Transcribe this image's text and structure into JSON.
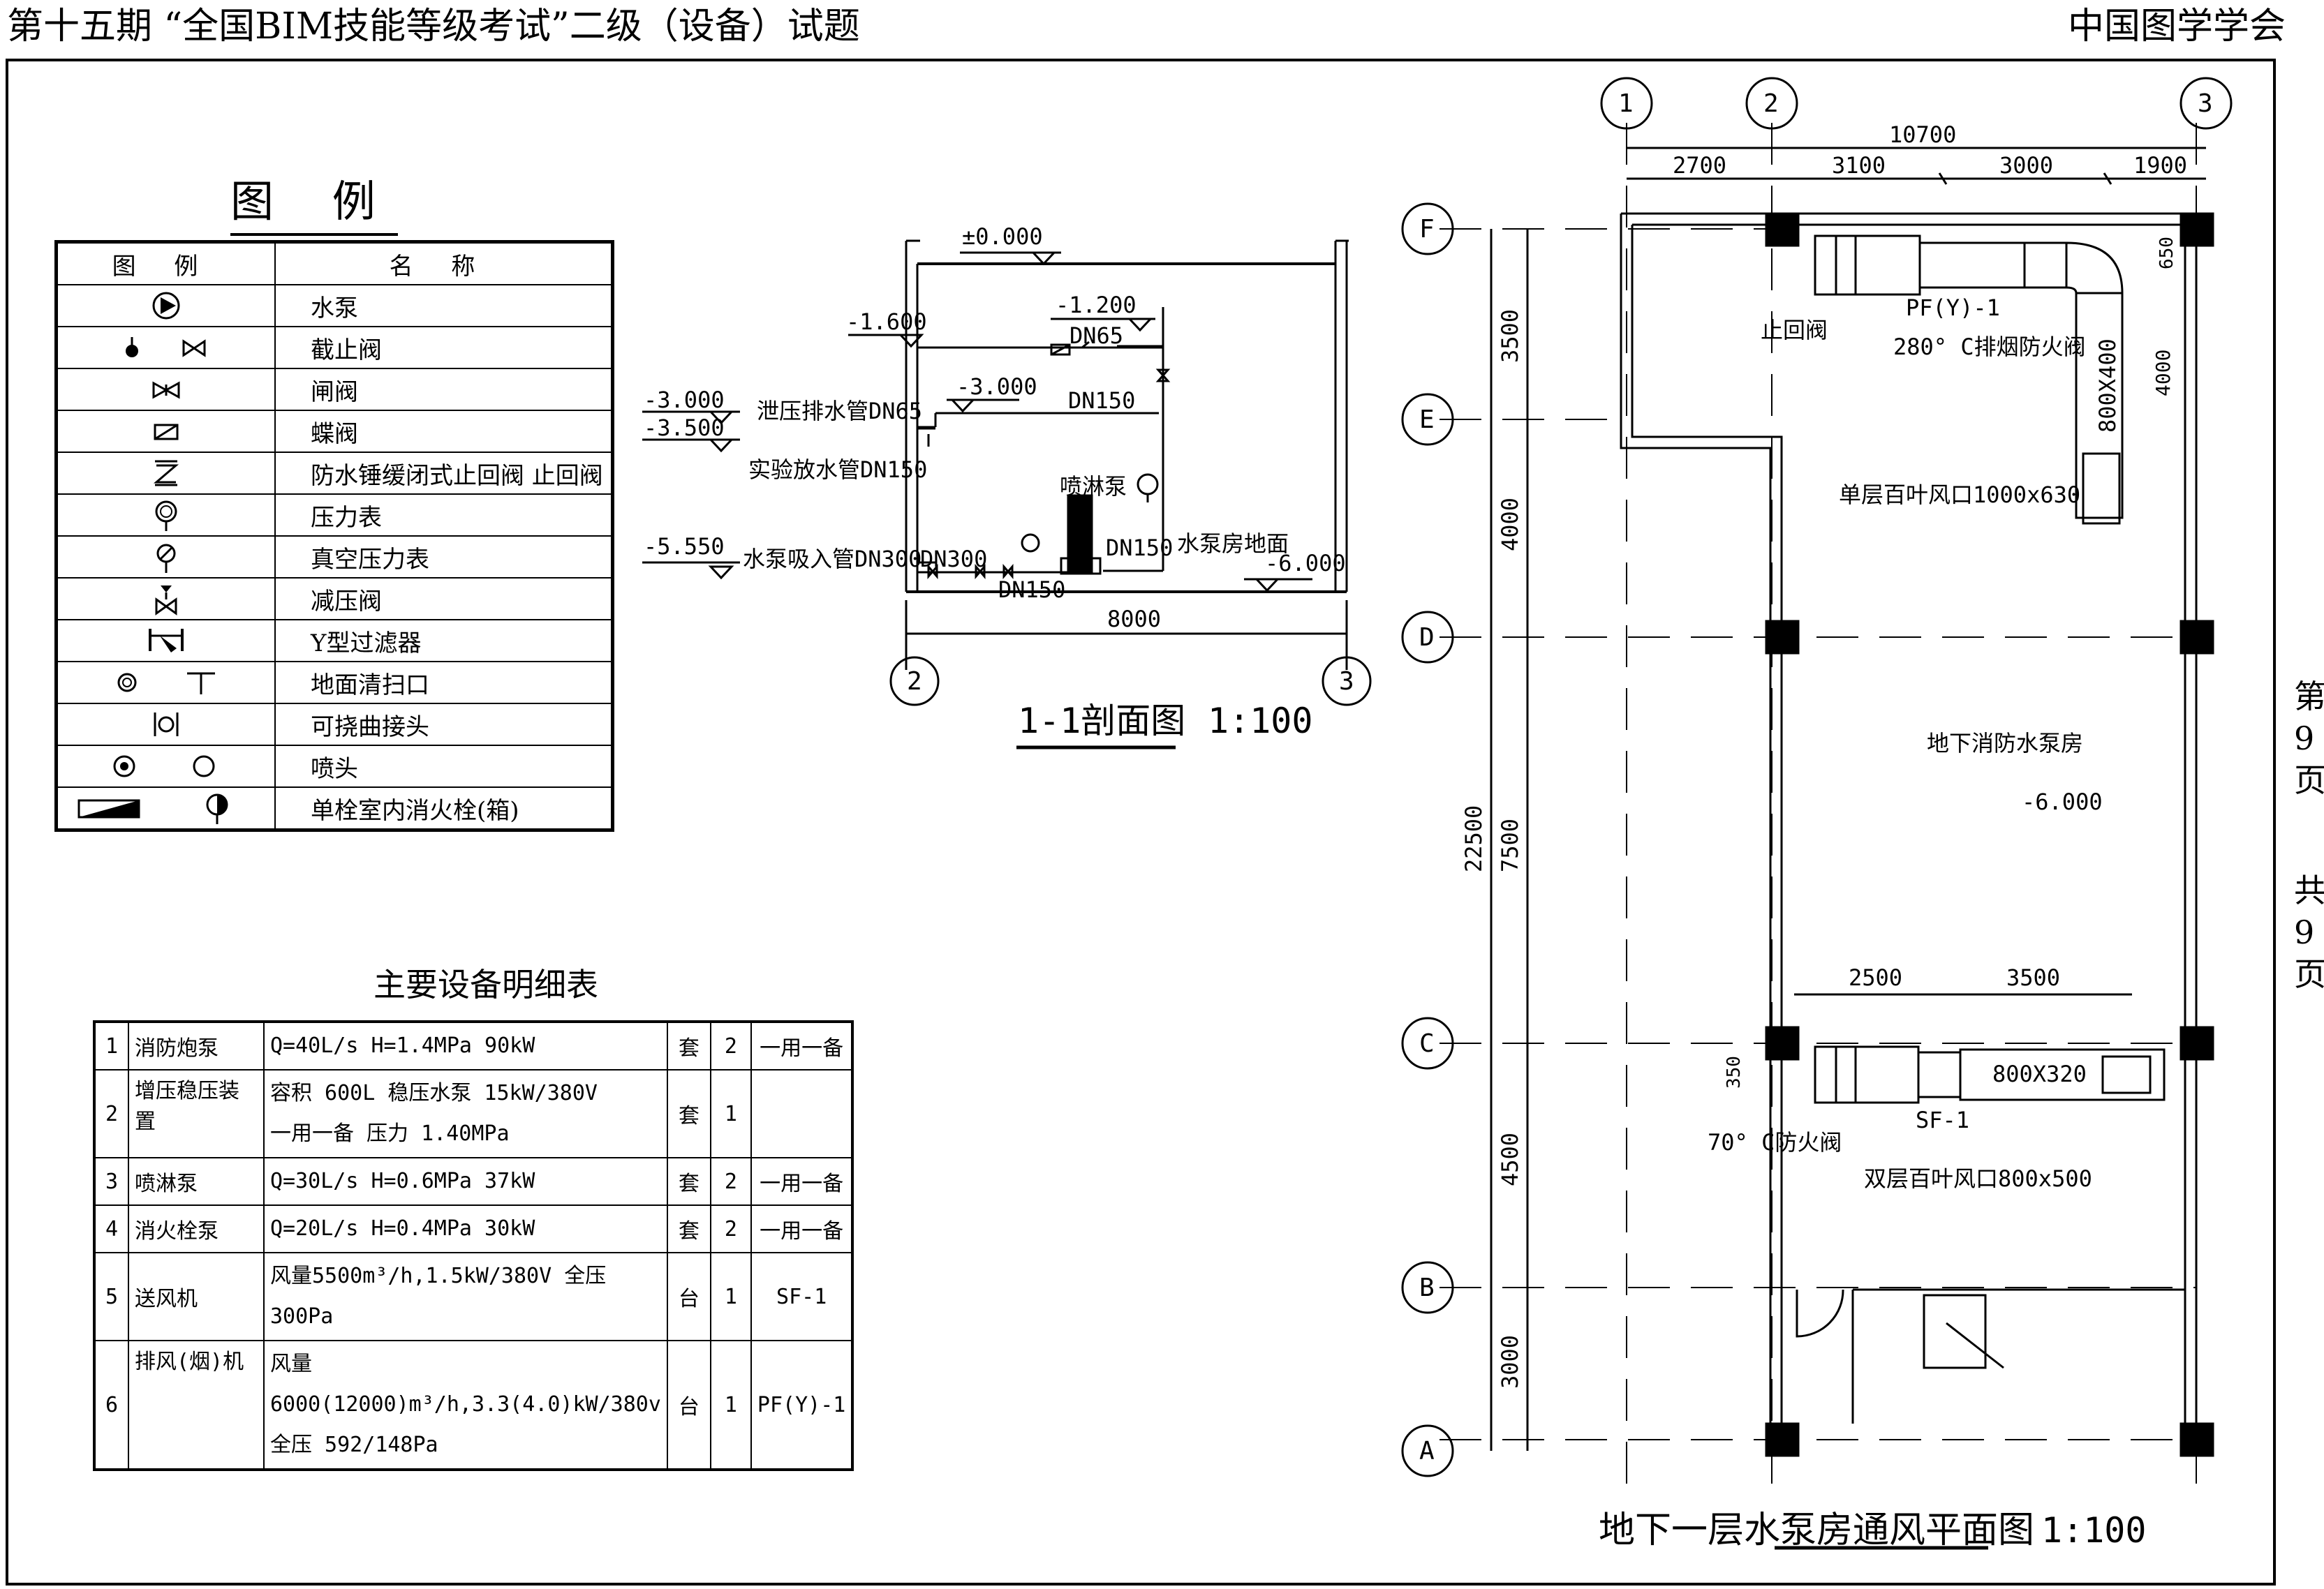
{
  "header": {
    "exam_title": "第十五期 “全国BIM技能等级考试”二级（设备）试题",
    "organizer": "中国图学学会"
  },
  "side_note": {
    "page_label": [
      "第",
      "9",
      "页"
    ],
    "total_label": [
      "共",
      "9",
      "页"
    ]
  },
  "legend": {
    "title": "图 例",
    "col_symbol": "图 例",
    "col_name": "名 称",
    "items": [
      {
        "icon": "pump-icon",
        "name": "水泵"
      },
      {
        "icon": "stop-valve-icon",
        "name": "截止阀"
      },
      {
        "icon": "gate-valve-icon",
        "name": "闸阀"
      },
      {
        "icon": "butterfly-valve-icon",
        "name": "蝶阀"
      },
      {
        "icon": "check-valve-icon",
        "name": "防水锤缓闭式止回阀 止回阀"
      },
      {
        "icon": "pressure-gauge-icon",
        "name": "压力表"
      },
      {
        "icon": "vacuum-gauge-icon",
        "name": "真空压力表"
      },
      {
        "icon": "pressure-reducing-valve-icon",
        "name": "减压阀"
      },
      {
        "icon": "y-strainer-icon",
        "name": "Y型过滤器"
      },
      {
        "icon": "floor-cleanout-icon",
        "name": "地面清扫口"
      },
      {
        "icon": "flexible-joint-icon",
        "name": "可挠曲接头"
      },
      {
        "icon": "sprinkler-head-icon",
        "name": "喷头"
      },
      {
        "icon": "fire-hydrant-icon",
        "name": "单栓室内消火栓(箱)"
      }
    ]
  },
  "equipment_table": {
    "title": "主要设备明细表",
    "rows": [
      {
        "no": "1",
        "name": [
          "消防炮泵"
        ],
        "spec": [
          "Q=40L/s H=1.4MPa 90kW"
        ],
        "unit": "套",
        "qty": "2",
        "remark": "一用一备"
      },
      {
        "no": "2",
        "name": [
          "增压稳压装置"
        ],
        "spec": [
          "容积 600L 稳压水泵 15kW/380V",
          "一用一备 压力 1.40MPa"
        ],
        "unit": "套",
        "qty": "1",
        "remark": ""
      },
      {
        "no": "3",
        "name": [
          "喷淋泵"
        ],
        "spec": [
          "Q=30L/s H=0.6MPa 37kW"
        ],
        "unit": "套",
        "qty": "2",
        "remark": "一用一备"
      },
      {
        "no": "4",
        "name": [
          "消火栓泵"
        ],
        "spec": [
          "Q=20L/s H=0.4MPa 30kW"
        ],
        "unit": "套",
        "qty": "2",
        "remark": "一用一备"
      },
      {
        "no": "5",
        "name": [
          "送风机"
        ],
        "spec": [
          "风量5500m³/h,1.5kW/380V 全压300Pa"
        ],
        "unit": "台",
        "qty": "1",
        "remark": "SF-1"
      },
      {
        "no": "6",
        "name": [
          "排风(烟)机"
        ],
        "spec": [
          "风量6000(12000)m³/h,3.3(4.0)kW/380v",
          "全压 592/148Pa"
        ],
        "unit": "台",
        "qty": "1",
        "remark": "PF(Y)-1"
      }
    ]
  },
  "section": {
    "title": "1-1剖面图",
    "scale": "1:100",
    "elevations": {
      "top": "±0.000",
      "e1": "-1.200",
      "e2": "-1.600",
      "e3": "-3.000",
      "e3b": "-3.000",
      "e4": "-3.500",
      "e5": "-5.550",
      "floor": "-6.000"
    },
    "pipes": {
      "dn65": "DN65",
      "dn150a": "DN150",
      "drain": "泄压排水管DN65",
      "test": "实验放水管DN150",
      "suction": "水泵吸入管DN300",
      "dn300": "DN300",
      "dn150b": "DN150",
      "dn150c": "DN150"
    },
    "sprinkler_pump": "喷淋泵",
    "pump_room_floor": "水泵房地面",
    "span": "8000",
    "axis_left": "2",
    "axis_right": "3"
  },
  "plan": {
    "title": "地下一层水泵房通风平面图",
    "scale": "1:100",
    "axes_x": [
      "1",
      "2",
      "3"
    ],
    "axes_y": [
      "F",
      "E",
      "D",
      "C",
      "B",
      "A"
    ],
    "dims_top_total": "10700",
    "dims_top": [
      "2700",
      "3100",
      "3000",
      "1900"
    ],
    "dims_left_total": "22500",
    "dims_left": [
      "3500",
      "4000",
      "7500",
      "4500",
      "3000"
    ],
    "dims_sf": [
      "2500",
      "3500"
    ],
    "dim_650": "650",
    "dim_4000": "4000",
    "dim_350": "350",
    "room_name": "地下消防水泵房",
    "room_elev": "-6.000",
    "labels": {
      "check_valve": "止回阀",
      "pfy": "PF(Y)-1",
      "smoke_damper": "280° C排烟防火阀",
      "duct1": "800X400",
      "louver1": "单层百叶风口1000x630",
      "sf": "SF-1",
      "duct2": "800X320",
      "fire_damper": "70° C防火阀",
      "louver2": "双层百叶风口800x500"
    }
  }
}
